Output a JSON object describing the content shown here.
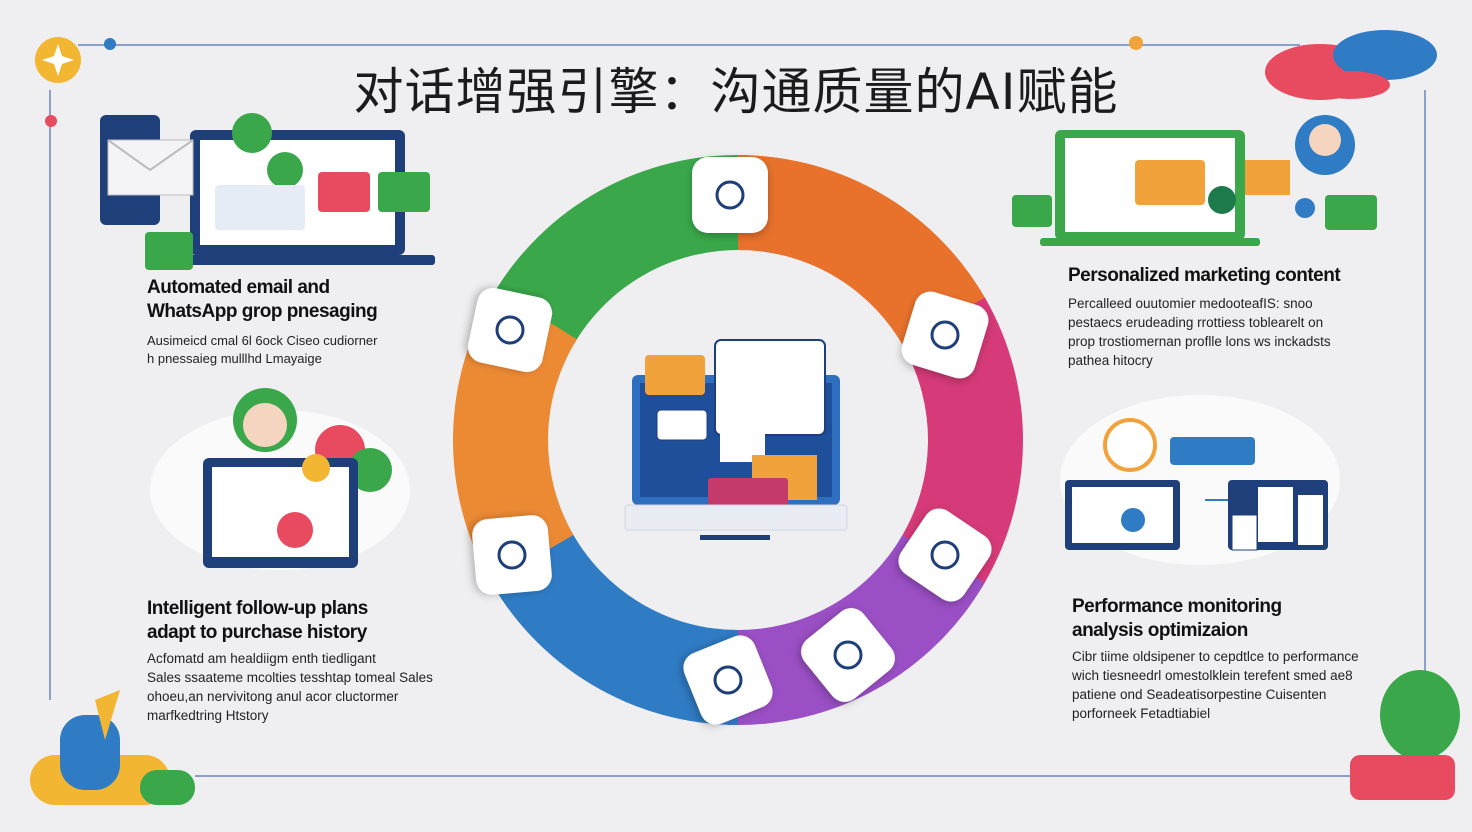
{
  "title": "对话增强引擎：沟通质量的AI赋能",
  "colors": {
    "green": "#3aa84a",
    "orange": "#e8722c",
    "magenta": "#d63a78",
    "purple": "#9a4fc4",
    "blue": "#2f7bc4",
    "orange_left": "#ec8a34",
    "navy": "#1f3f7a",
    "yellow": "#f2b632",
    "red": "#e84a5f"
  },
  "ring_segments": [
    "green",
    "orange",
    "magenta",
    "purple",
    "blue",
    "orange_left"
  ],
  "ring_icons": [
    "search-icon",
    "magnifier-icon",
    "chat-bubble-icon",
    "document-icon",
    "face-icon",
    "chart-icon",
    "line-chart-icon"
  ],
  "features": [
    {
      "title_lines": [
        "Automated email and",
        "WhatsApp grop pnesaging"
      ],
      "body_lines": [
        "Ausimeicd cmal 6l 6ock Ciseo  cudiorner",
        "h pnessaieg mulllhd Lmayaige"
      ]
    },
    {
      "title_lines": [
        "Personalized marketing content"
      ],
      "body_lines": [
        "Percalleed ouutomier medooteafIS: snoo",
        "pestaecs erudeading rrottiess toblearelt on",
        "prop trostiomernan proflle lons ws inckadsts",
        "pathea hitocry"
      ]
    },
    {
      "title_lines": [
        "Intelligent  follow-up plans",
        " adapt to purchase history"
      ],
      "body_lines": [
        "Acfomatd am healdiigm enth tiedligant",
        "Sales ssaateme mcolties tesshtap tomeal Sales",
        "ohoeu,an nervivitong anul acor cluctormer",
        "marfkedtring Htstory"
      ]
    },
    {
      "title_lines": [
        "Performance monitoring",
        "analysis optimizaion"
      ],
      "body_lines": [
        "Cibr tiime oldsipener to cepdtlce to performance",
        "wich tiesneedrl omestolklein terefent smed ae8",
        "patiene ond Seadeatisorpestine Cuisenten",
        "porforneek  Fetadtiabiel"
      ]
    }
  ]
}
